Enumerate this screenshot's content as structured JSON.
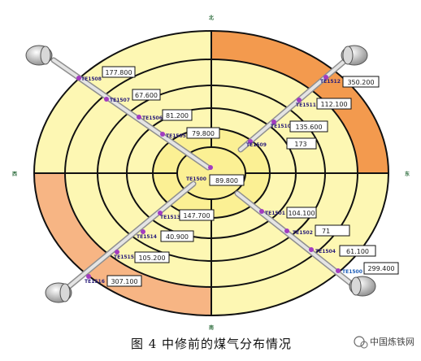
{
  "directions": {
    "north": "北",
    "south": "南",
    "east": "东",
    "west": "西"
  },
  "center": {
    "tag": "TE1500",
    "value": "89.800"
  },
  "arms": [
    {
      "id": "nw",
      "sensors": [
        {
          "tag": "TE1508",
          "value": "177.800"
        },
        {
          "tag": "TE1507",
          "value": "67.600"
        },
        {
          "tag": "TE1506",
          "value": "81.200"
        },
        {
          "tag": "TE1505",
          "value": "79.800"
        }
      ]
    },
    {
      "id": "ne",
      "sensors": [
        {
          "tag": "TE1512",
          "value": "350.200"
        },
        {
          "tag": "TE1511",
          "value": "112.100"
        },
        {
          "tag": "TE1510",
          "value": "135.600"
        },
        {
          "tag": "TE1509",
          "value": "173"
        }
      ]
    },
    {
      "id": "se",
      "sensors": [
        {
          "tag": "TE1501",
          "value": "104.100"
        },
        {
          "tag": "TE1502",
          "value": "71"
        },
        {
          "tag": "TE1504",
          "value": "61.100"
        },
        {
          "tag": "TE1500",
          "value": "299.400"
        }
      ]
    },
    {
      "id": "sw",
      "sensors": [
        {
          "tag": "TE1513",
          "value": "147.700"
        },
        {
          "tag": "TE1514",
          "value": "40.900"
        },
        {
          "tag": "TE1515",
          "value": "105.200"
        },
        {
          "tag": "TE1516",
          "value": "307.100"
        }
      ]
    }
  ],
  "colors": {
    "ring_pale": "#fdf7b3",
    "ring_mid": "#fbf094",
    "ring_inner": "#f8e676",
    "quad_ne": "#f39a4e",
    "quad_sw": "#f7b584",
    "quad_nw_outer": "#fce79a"
  },
  "caption": "图 4    中修前的煤气分布情况",
  "watermark": "中国炼铁网"
}
